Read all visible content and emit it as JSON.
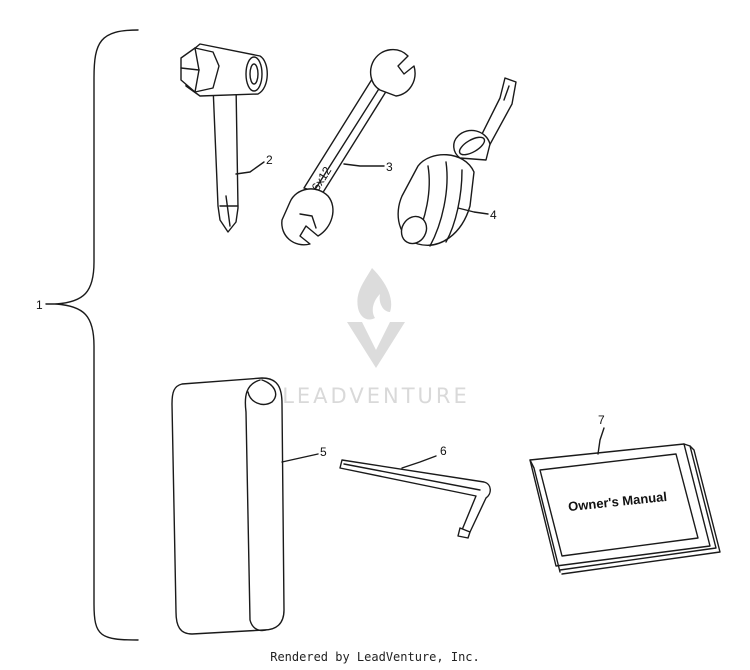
{
  "callouts": {
    "c1": "1",
    "c2": "2",
    "c3": "3",
    "c4": "4",
    "c5": "5",
    "c6": "6",
    "c7": "7"
  },
  "manual_title": "Owner's Manual",
  "watermark": "LEADVENTURE",
  "footer": "Rendered by LeadVenture, Inc.",
  "colors": {
    "line": "#1a1a1a",
    "watermark": "#d9d9d9"
  },
  "icons": {
    "group_bracket": "curly-brace-icon",
    "spark_plug_wrench": "socket-wrench-icon",
    "open_end_wrench": "wrench-icon",
    "screwdriver": "screwdriver-icon",
    "tool_bag": "pouch-icon",
    "hex_key": "allen-key-icon",
    "owners_manual": "book-icon",
    "brand_mark": "flame-logo-icon"
  }
}
